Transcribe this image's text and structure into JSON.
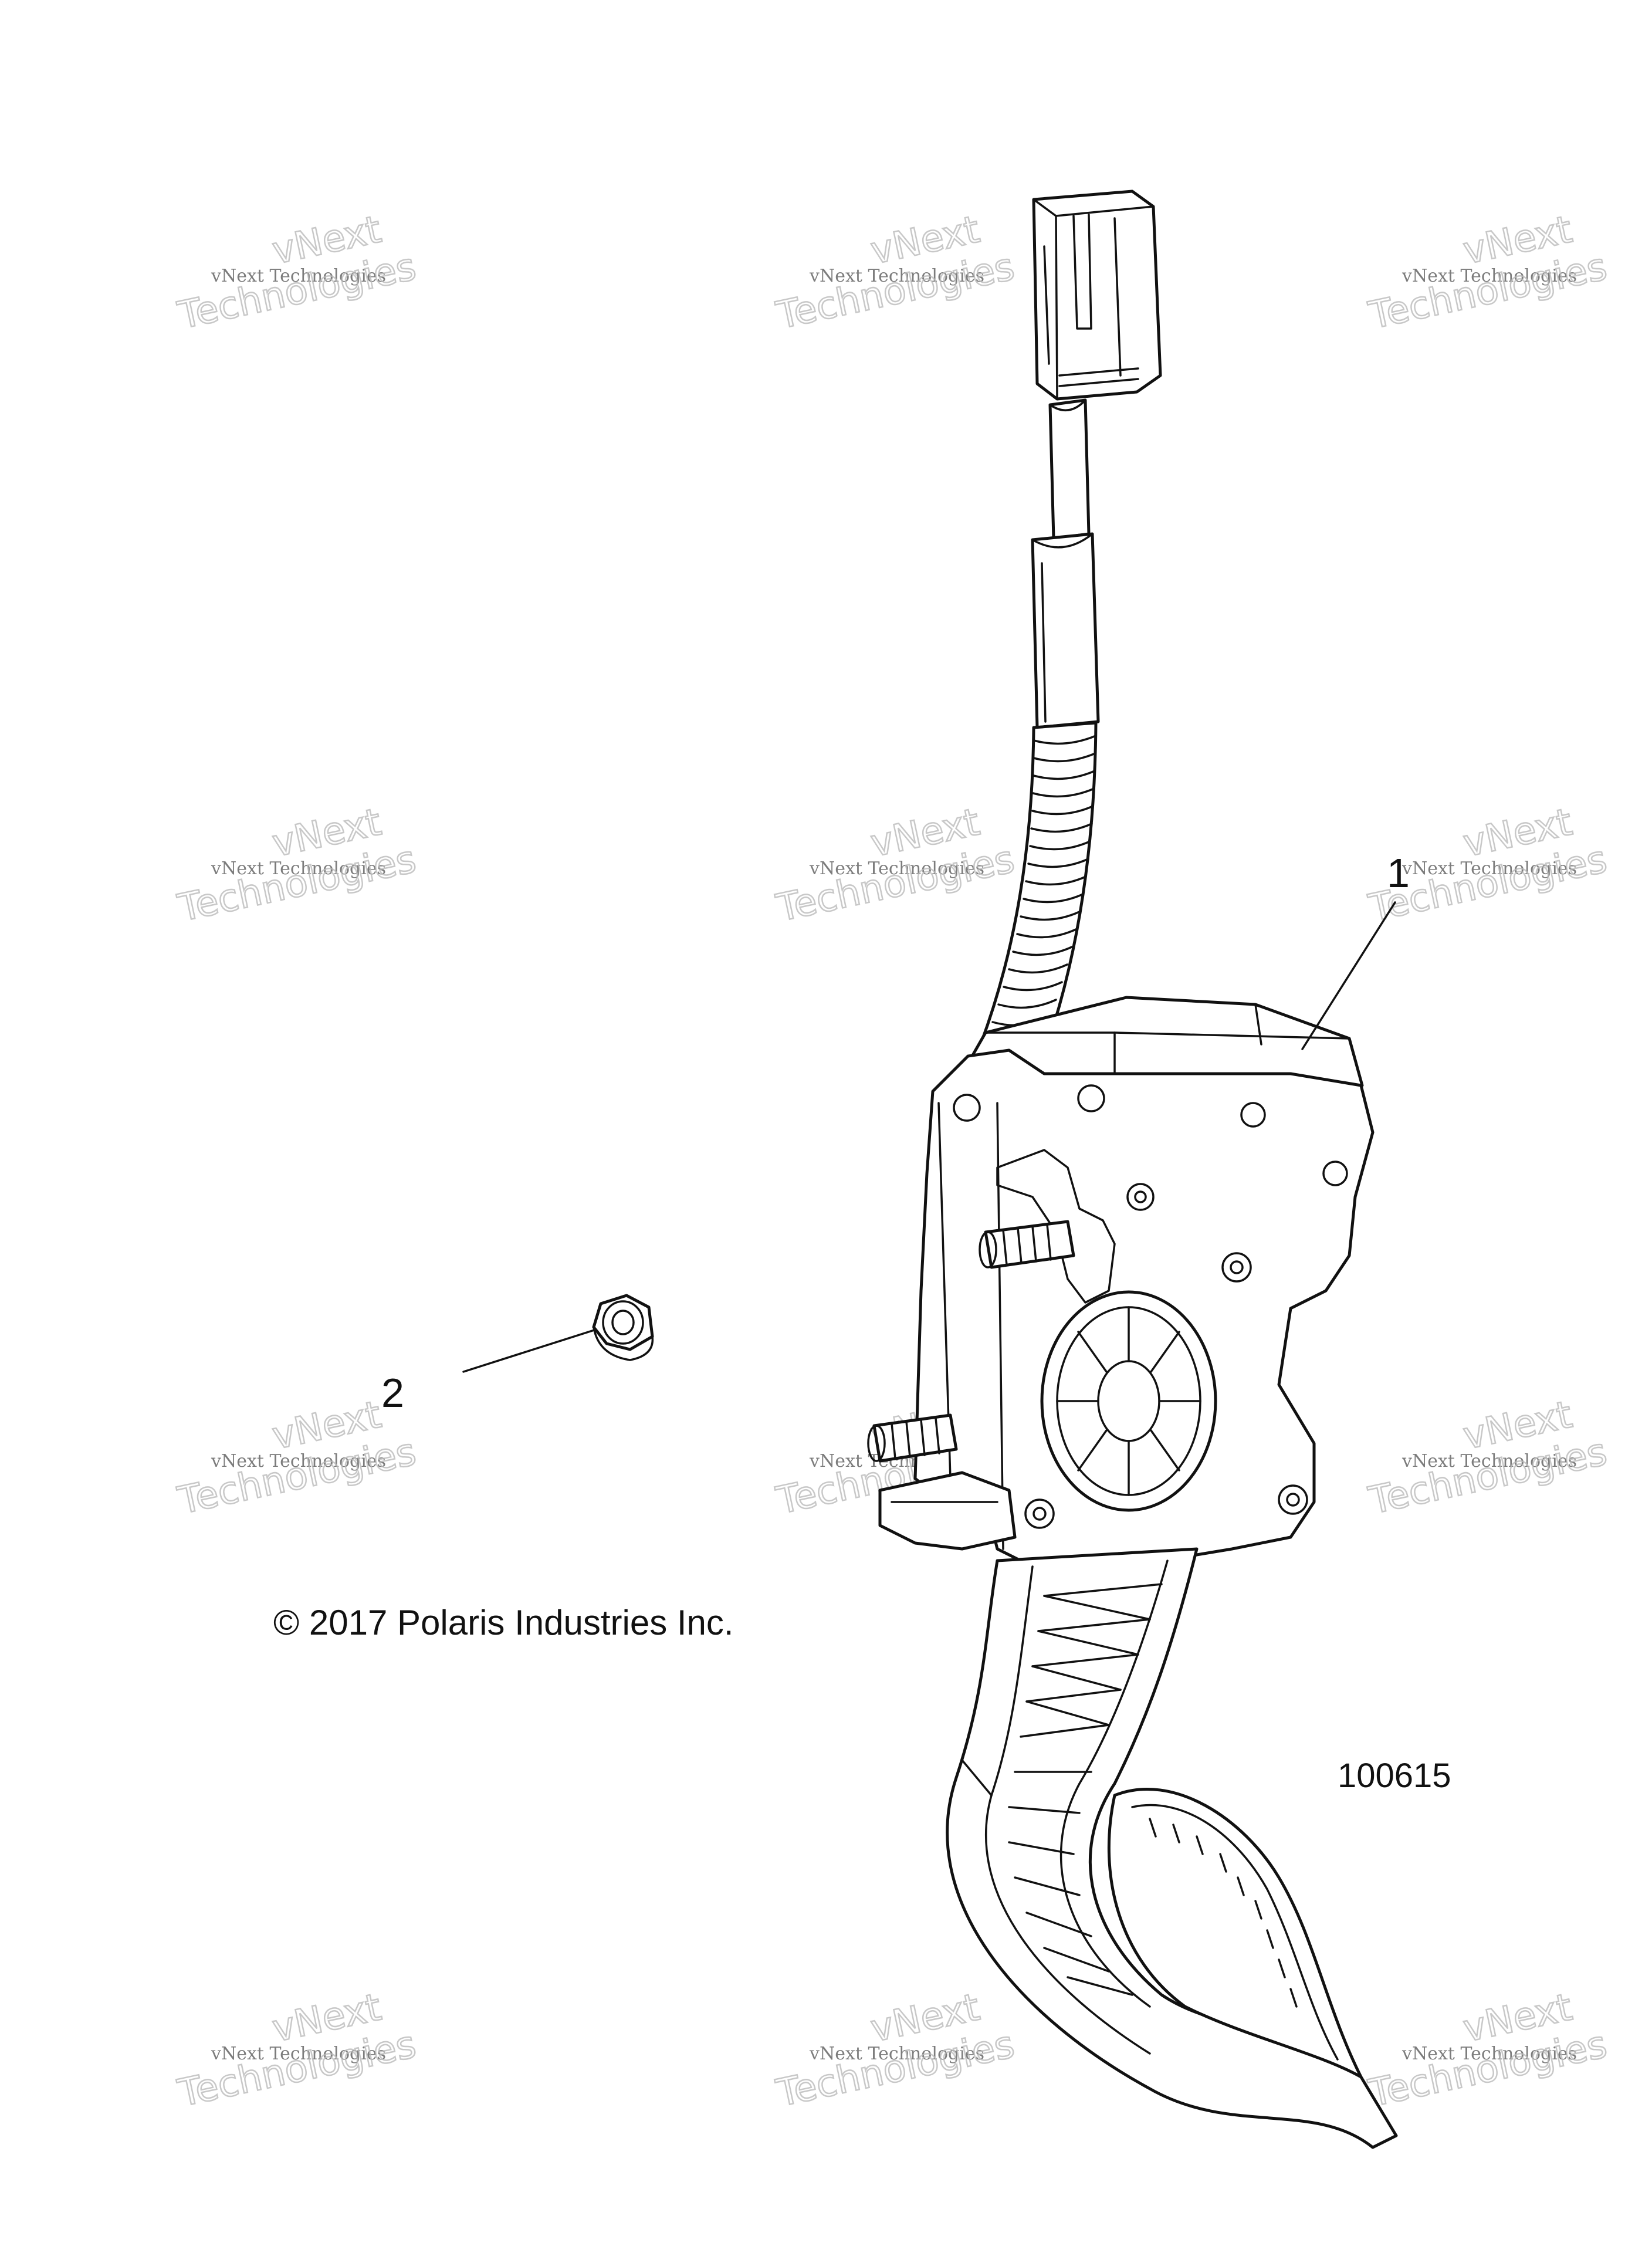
{
  "callouts": [
    {
      "number": "1"
    },
    {
      "number": "2"
    }
  ],
  "copyright": "© 2017 Polaris Industries Inc.",
  "figure_number": "100615",
  "watermark": {
    "line_small": "vNext Technologies",
    "line_big_1": "vNext",
    "line_big_2": "Technologies"
  }
}
